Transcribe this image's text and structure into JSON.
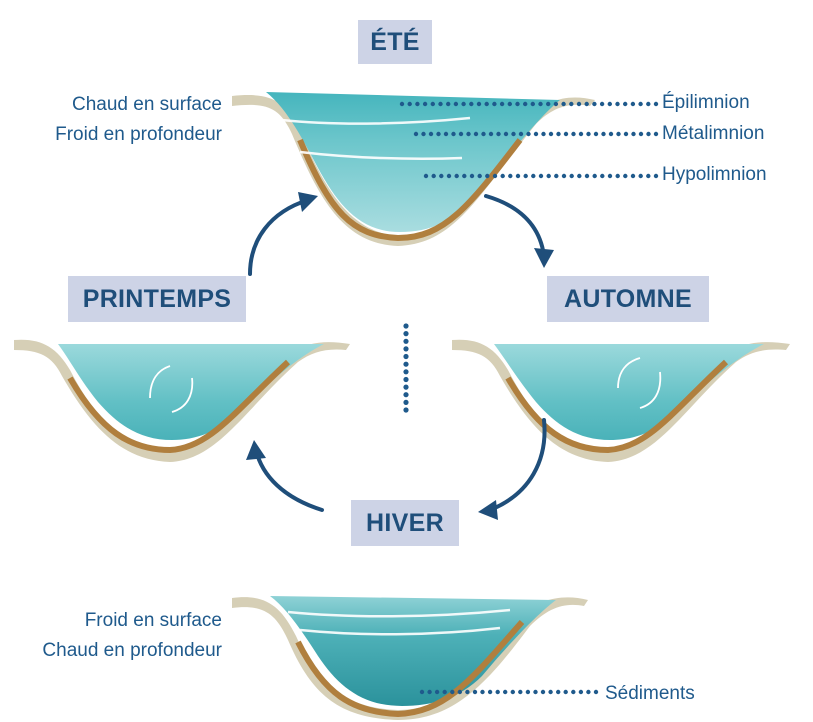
{
  "seasons": {
    "summer": "ÉTÉ",
    "spring": "PRINTEMPS",
    "autumn": "AUTOMNE",
    "winter": "HIVER"
  },
  "summer_notes": {
    "line1": "Chaud en surface",
    "line2": "Froid en profondeur"
  },
  "winter_notes": {
    "line1": "Froid en surface",
    "line2": "Chaud en profondeur"
  },
  "layers": {
    "epilimnion": "Épilimnion",
    "metalimnion": "Métalimnion",
    "hypolimnion": "Hypolimnion",
    "sediments": "Sédiments"
  },
  "colors": {
    "label_bg": "#cdd3e6",
    "label_text": "#1f4e7a",
    "arrow": "#1f4e7a",
    "dots": "#1f5a8c",
    "water_light": "#8fd3d8",
    "water_mid": "#4fb8bf",
    "water_dark": "#2d99a3",
    "sediment": "#b98a4a",
    "bank": "#d9d3bd"
  }
}
